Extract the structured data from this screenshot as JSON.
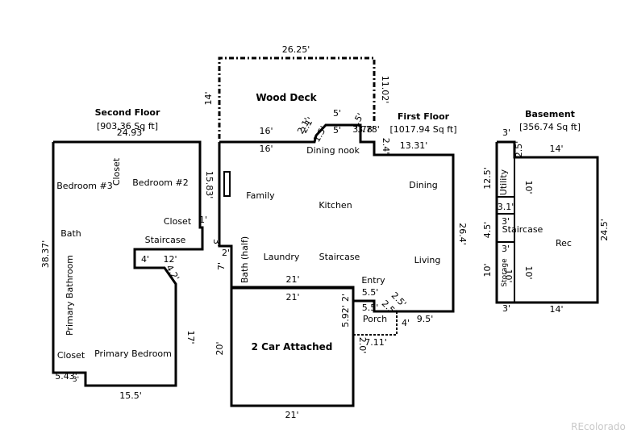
{
  "second_floor": {
    "title": "Second Floor",
    "area": "[903.36 Sq ft]",
    "rooms": {
      "bedroom3": "Bedroom #3",
      "bedroom2": "Bedroom #2",
      "closet_top": "Closet",
      "closet_right": "Closet",
      "staircase": "Staircase",
      "bath": "Bath",
      "primary_bathroom": "Primary Bathroom",
      "closet_bottom": "Closet",
      "primary_bedroom": "Primary Bedroom"
    },
    "dims": {
      "top": "24.93'",
      "left": "38.37'",
      "bottom": "15.5'",
      "right_lower": "17'",
      "step_small": "5.43'",
      "step_small2": "3'",
      "notch_w": "12'",
      "notch_h": "4'",
      "notch_diag": "4.2'",
      "right_upper": "15.83'",
      "right_mid": "1'",
      "right_small": "3'"
    }
  },
  "first_floor": {
    "title": "First Floor",
    "area": "[1017.94 Sq ft]",
    "rooms": {
      "dining_nook": "Dining nook",
      "family": "Family",
      "kitchen": "Kitchen",
      "dining": "Dining",
      "laundry": "Laundry",
      "staircase": "Staircase",
      "living": "Living",
      "bath_half": "Bath (half)",
      "entry": "Entry"
    },
    "dims": {
      "top_left": "16'",
      "top_mid": "5'",
      "top_right": "13.31'",
      "right": "26.4'",
      "bottom_right": "9.5'",
      "diag": "2.5'",
      "entry_w": "5.5'",
      "entry_h": "2'",
      "left_small": "7'",
      "left_small2": "2'",
      "nook_diag": "2.1'",
      "nook_diag2": "1.5'",
      "nook_right": "3.78'",
      "nook_step": "2.4'"
    }
  },
  "deck": {
    "title": "Wood Deck",
    "dims": {
      "top": "26.25'",
      "left": "14'",
      "right": "11.02'",
      "bottom_left": "16'",
      "bottom_mid": "5'",
      "bottom_diag": "2.1'",
      "bottom_step": "1.5'",
      "bottom_right": "3.78'"
    }
  },
  "garage": {
    "title": "2 Car Attached",
    "dims": {
      "top": "21'",
      "top_outer": "21'",
      "bottom": "21'",
      "left": "20'",
      "right": "5.92'"
    }
  },
  "porch": {
    "title": "Porch",
    "dims": {
      "top": "5.5'",
      "right": "4'",
      "diag": "2.5'",
      "bottom": "7.11'",
      "left": "2.0'"
    }
  },
  "basement": {
    "title": "Basement",
    "area": "[356.74 Sq ft]",
    "rooms": {
      "utility": "Utility",
      "staircase": "Staircase",
      "rec": "Rec",
      "storage": "Storage"
    },
    "dims": {
      "top_left": "3'",
      "top_left_h": "2.5'",
      "top_right": "14'",
      "left_upper": "12.5'",
      "utility_h": "10'",
      "mid": "3.1'",
      "left_mid": "4.5'",
      "stair_w": "3'",
      "stair_w2": "3'",
      "left_lower": "10'",
      "storage_h": "10'",
      "storage_w": "10'",
      "bottom_left": "3'",
      "bottom_right": "14'",
      "right": "24.5'"
    }
  },
  "watermark": "REcolorado"
}
